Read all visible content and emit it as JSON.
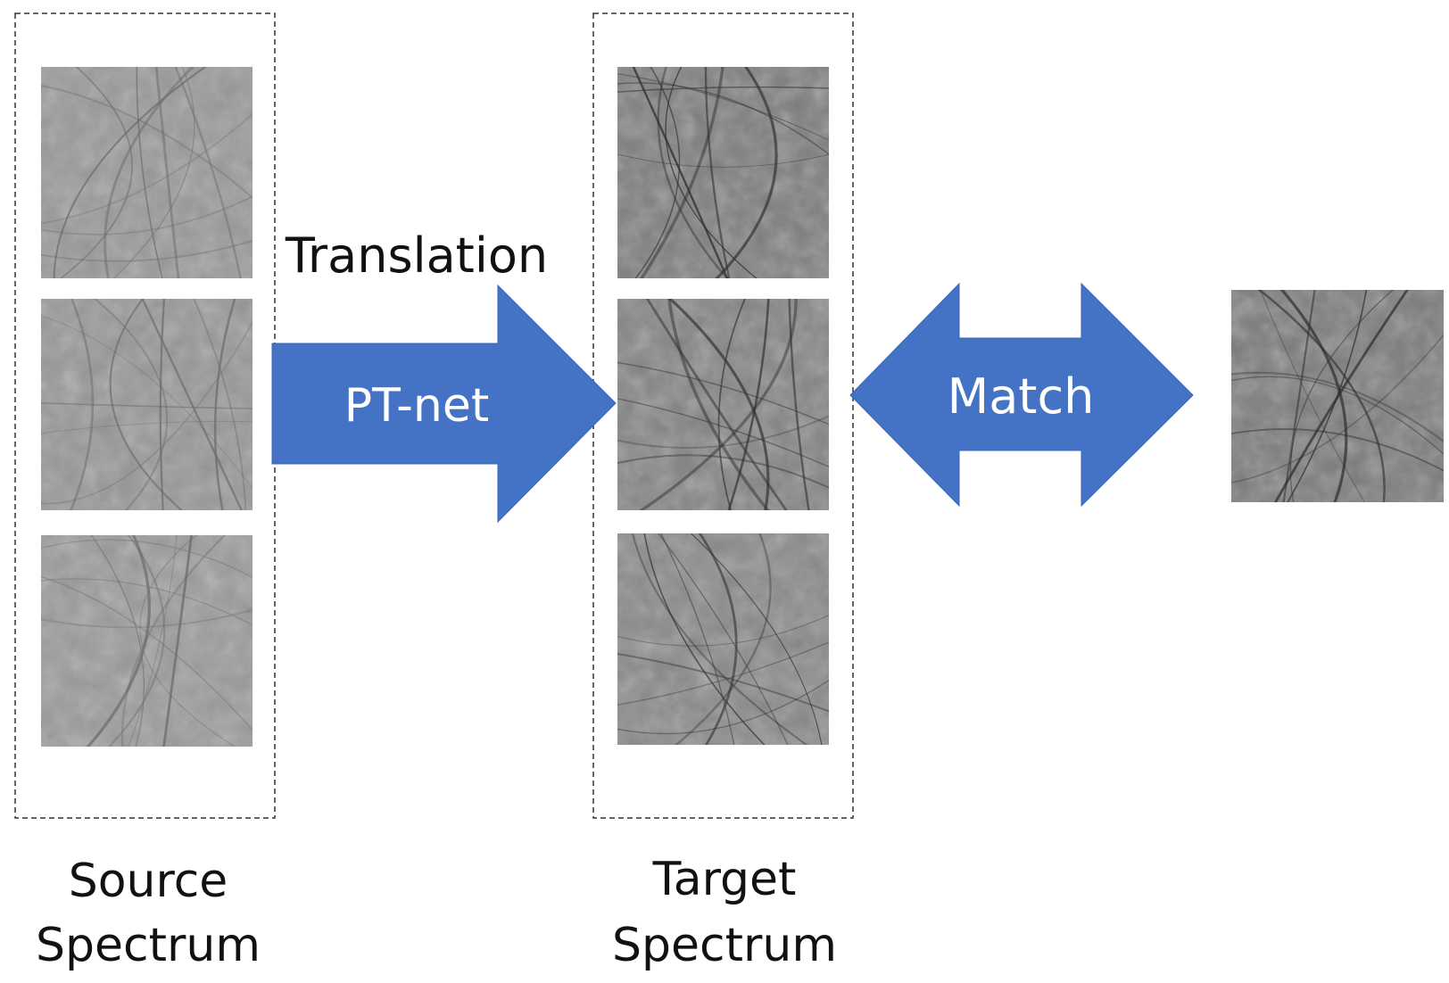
{
  "diagram": {
    "translation_label": "Translation",
    "pt_net_label": "PT-net",
    "match_label": "Match",
    "source_label_line1": "Source",
    "source_label_line2": "Spectrum",
    "target_label_line1": "Target",
    "target_label_line2": "Spectrum"
  },
  "colors": {
    "arrow_fill": "#4472C4",
    "arrow_text": "#FFFFFF",
    "text": "#111111",
    "box_border": "#333333"
  },
  "images": {
    "source": [
      {
        "name": "source-palm-image-1",
        "tone": "#9a9a9a"
      },
      {
        "name": "source-palm-image-2",
        "tone": "#989898"
      },
      {
        "name": "source-palm-image-3",
        "tone": "#9c9c9c"
      }
    ],
    "target": [
      {
        "name": "target-palm-image-1",
        "tone": "#7e7e7e"
      },
      {
        "name": "target-palm-image-2",
        "tone": "#858585"
      },
      {
        "name": "target-palm-image-3",
        "tone": "#8a8a8a"
      }
    ],
    "reference": {
      "name": "reference-palm-image",
      "tone": "#7c7c7c"
    }
  }
}
